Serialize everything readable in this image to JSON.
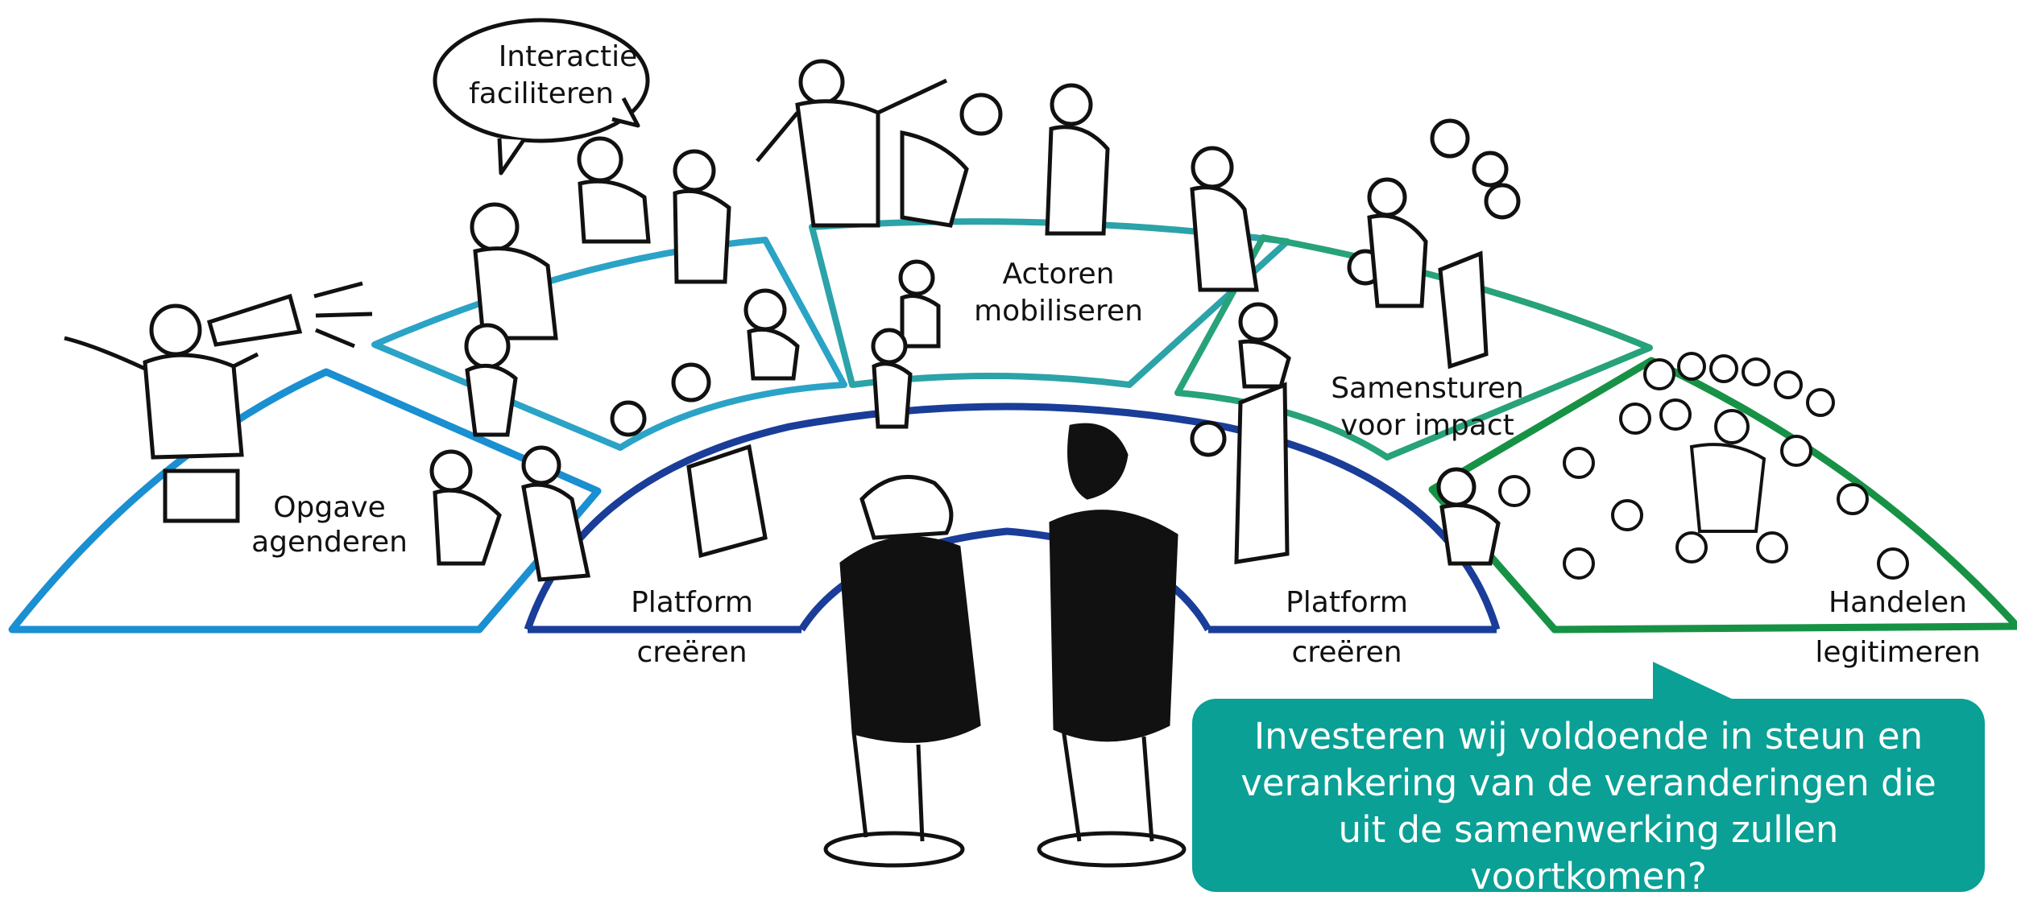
{
  "colors": {
    "segment1": "#1a8fd1",
    "segment2": "#2aa3c6",
    "segment3": "#2ba3a8",
    "segment4": "#27a27a",
    "segment5": "#179245",
    "inner_arc": "#1a3d99",
    "question_box": "#0aa095",
    "ink": "#111111"
  },
  "diagram": {
    "labels": {
      "opgave": [
        "Opgave",
        "agenderen"
      ],
      "interactie": [
        "Interactie",
        "faciliteren"
      ],
      "actoren": [
        "Actoren",
        "mobiliseren"
      ],
      "samensturen": [
        "Samensturen",
        "voor impact"
      ],
      "platform_left": [
        "Platform",
        "creëren"
      ],
      "platform_right": [
        "Platform",
        "creëren"
      ],
      "handelen": [
        "Handelen",
        "legitimeren"
      ]
    }
  },
  "question": {
    "text": "Investeren wij voldoende in steun en verankering van de veranderingen die uit de samenwerking zullen voortkomen?"
  }
}
